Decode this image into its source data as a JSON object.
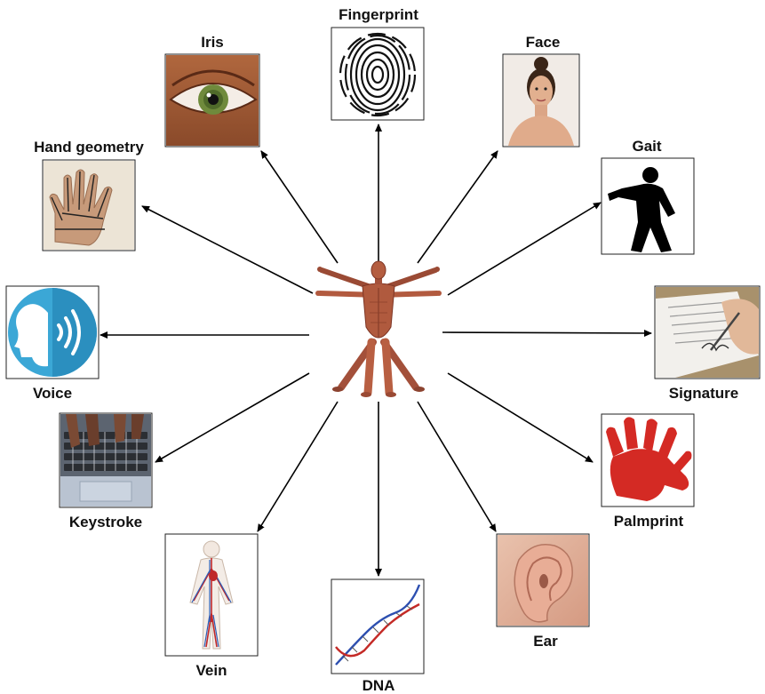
{
  "diagram": {
    "labels": {
      "fingerprint": "Fingerprint",
      "iris": "Iris",
      "face": "Face",
      "hand_geometry": "Hand geometry",
      "gait": "Gait",
      "voice": "Voice",
      "signature": "Signature",
      "keystroke": "Keystroke",
      "palmprint": "Palmprint",
      "vein": "Vein",
      "dna": "DNA",
      "ear": "Ear"
    }
  }
}
